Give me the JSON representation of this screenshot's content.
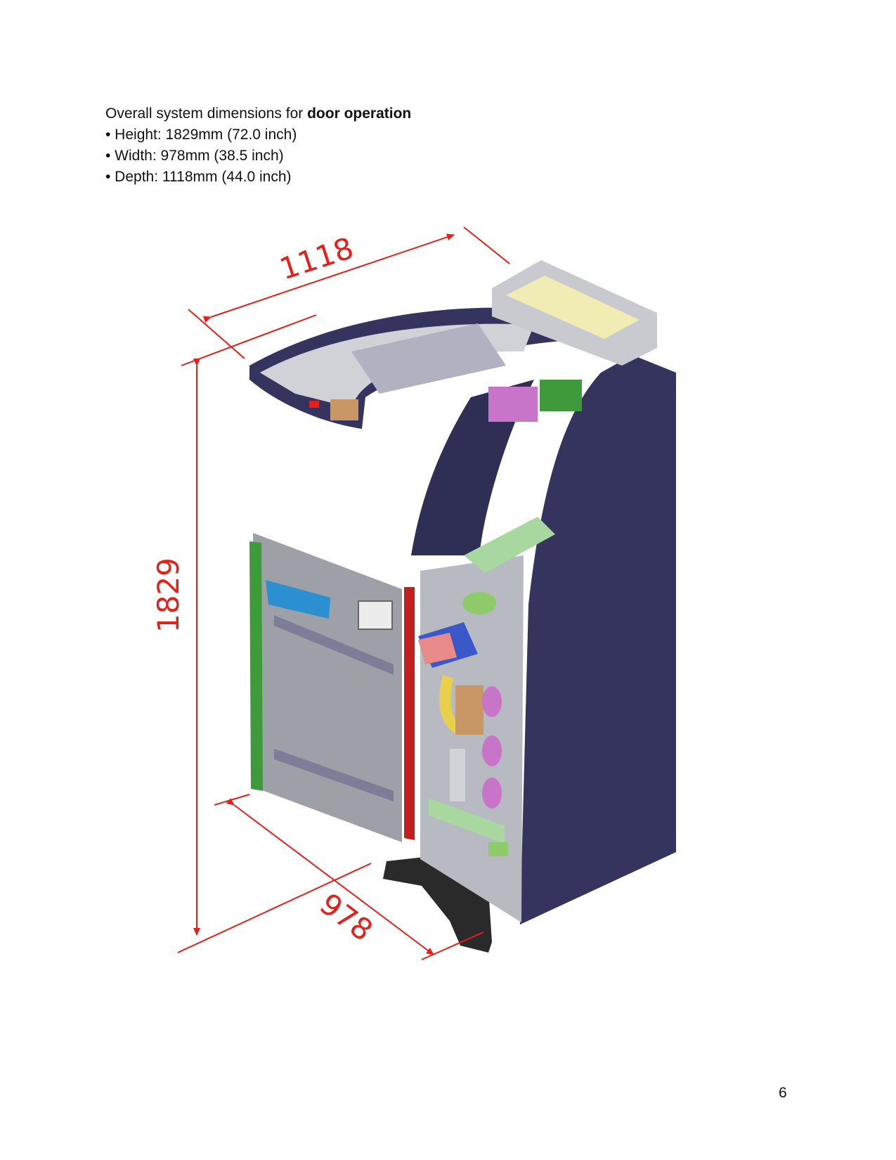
{
  "heading": {
    "prefix": "Overall system dimensions for ",
    "emphasis": "door operation"
  },
  "specs": [
    "• Height: 1829mm (72.0 inch)",
    "• Width: 978mm (38.5 inch)",
    "• Depth: 1118mm (44.0 inch)"
  ],
  "figure": {
    "depth_label": "1118",
    "height_label": "1829",
    "width_label": "978",
    "colors": {
      "dimension": "#e2211c",
      "cabinet": "#34345e",
      "panel_grey": "#9ea0a8",
      "screen_yellow": "#f0ecb4",
      "green_board": "#a8d7a0",
      "magenta": "#c774c9",
      "door_red": "#c2201e"
    }
  },
  "page_number": "6"
}
